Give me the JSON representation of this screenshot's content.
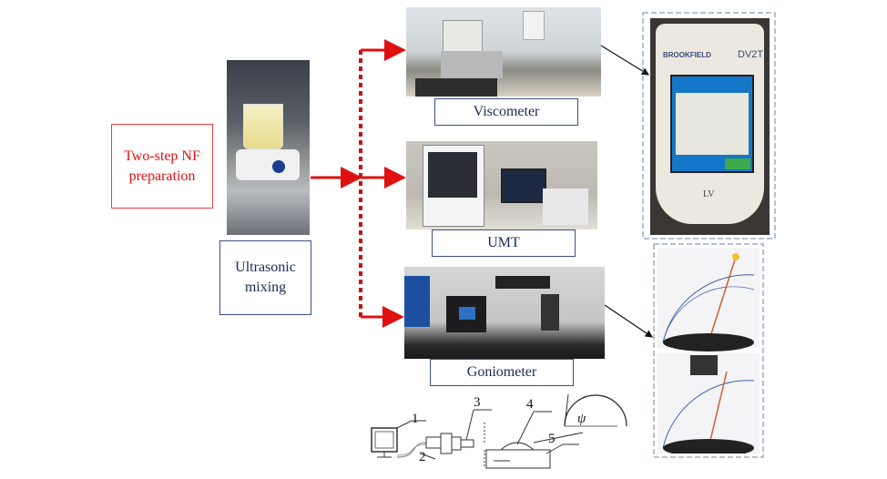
{
  "prep_label": "Two-step NF preparation",
  "mixing_label": "Ultrasonic mixing",
  "instruments": [
    {
      "label": "Viscometer"
    },
    {
      "label": "UMT"
    },
    {
      "label": "Goniometer"
    }
  ],
  "viscometer_inset": {
    "brand": "BROOKFIELD",
    "model": "DV2T",
    "spindle": "LV"
  },
  "schematic": {
    "parts": [
      "1",
      "2",
      "3",
      "4",
      "5"
    ],
    "angle_symbol": "ψ"
  },
  "colors": {
    "flow_arrow": "#e01010",
    "prep_border": "#e84040",
    "label_border": "#3b4f80"
  }
}
